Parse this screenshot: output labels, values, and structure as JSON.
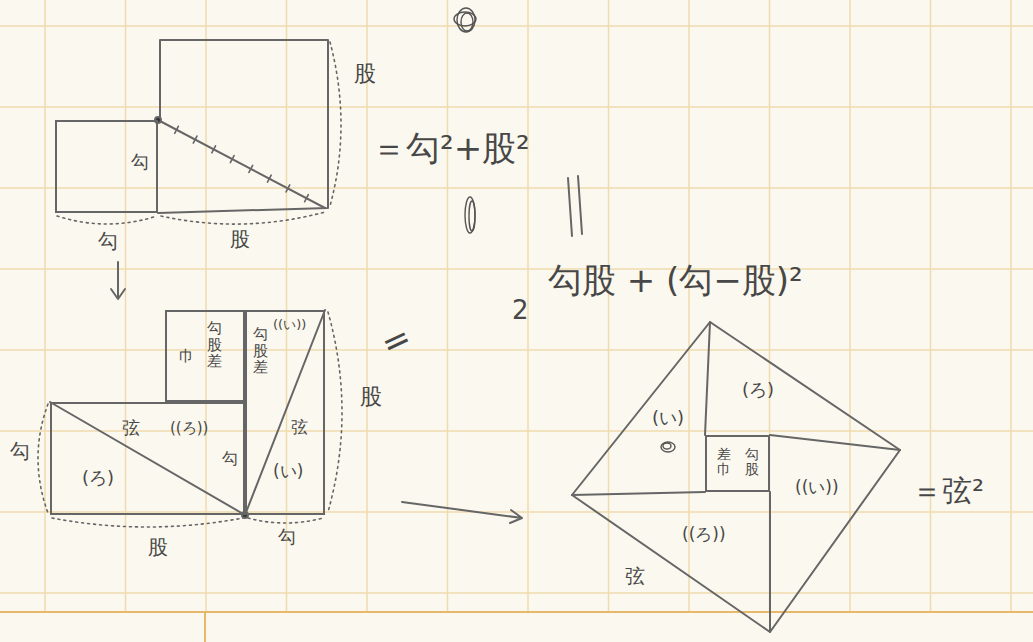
{
  "diagram": {
    "nodes": [
      {
        "text": [
          "勾"
        ]
      },
      {
        "text": [
          "勾股差",
          "巾"
        ]
      },
      {
        "text": [
          "勾股差",
          "((い))",
          "弦",
          "(い)"
        ]
      },
      {
        "text": [
          "(ろ)",
          "弦",
          "((ろ))",
          "勾"
        ]
      },
      {
        "text": [
          "勾股",
          "差巾"
        ]
      }
    ],
    "labels": [
      "股",
      "勾",
      "股",
      "＝勾²+股²",
      "2",
      "勾股 + (勾−股)²",
      "=",
      "勾",
      "股",
      "股",
      "勾",
      "(い)",
      "(ろ)",
      "((い))",
      "((ろ))",
      "弦",
      "＝弦²"
    ]
  }
}
